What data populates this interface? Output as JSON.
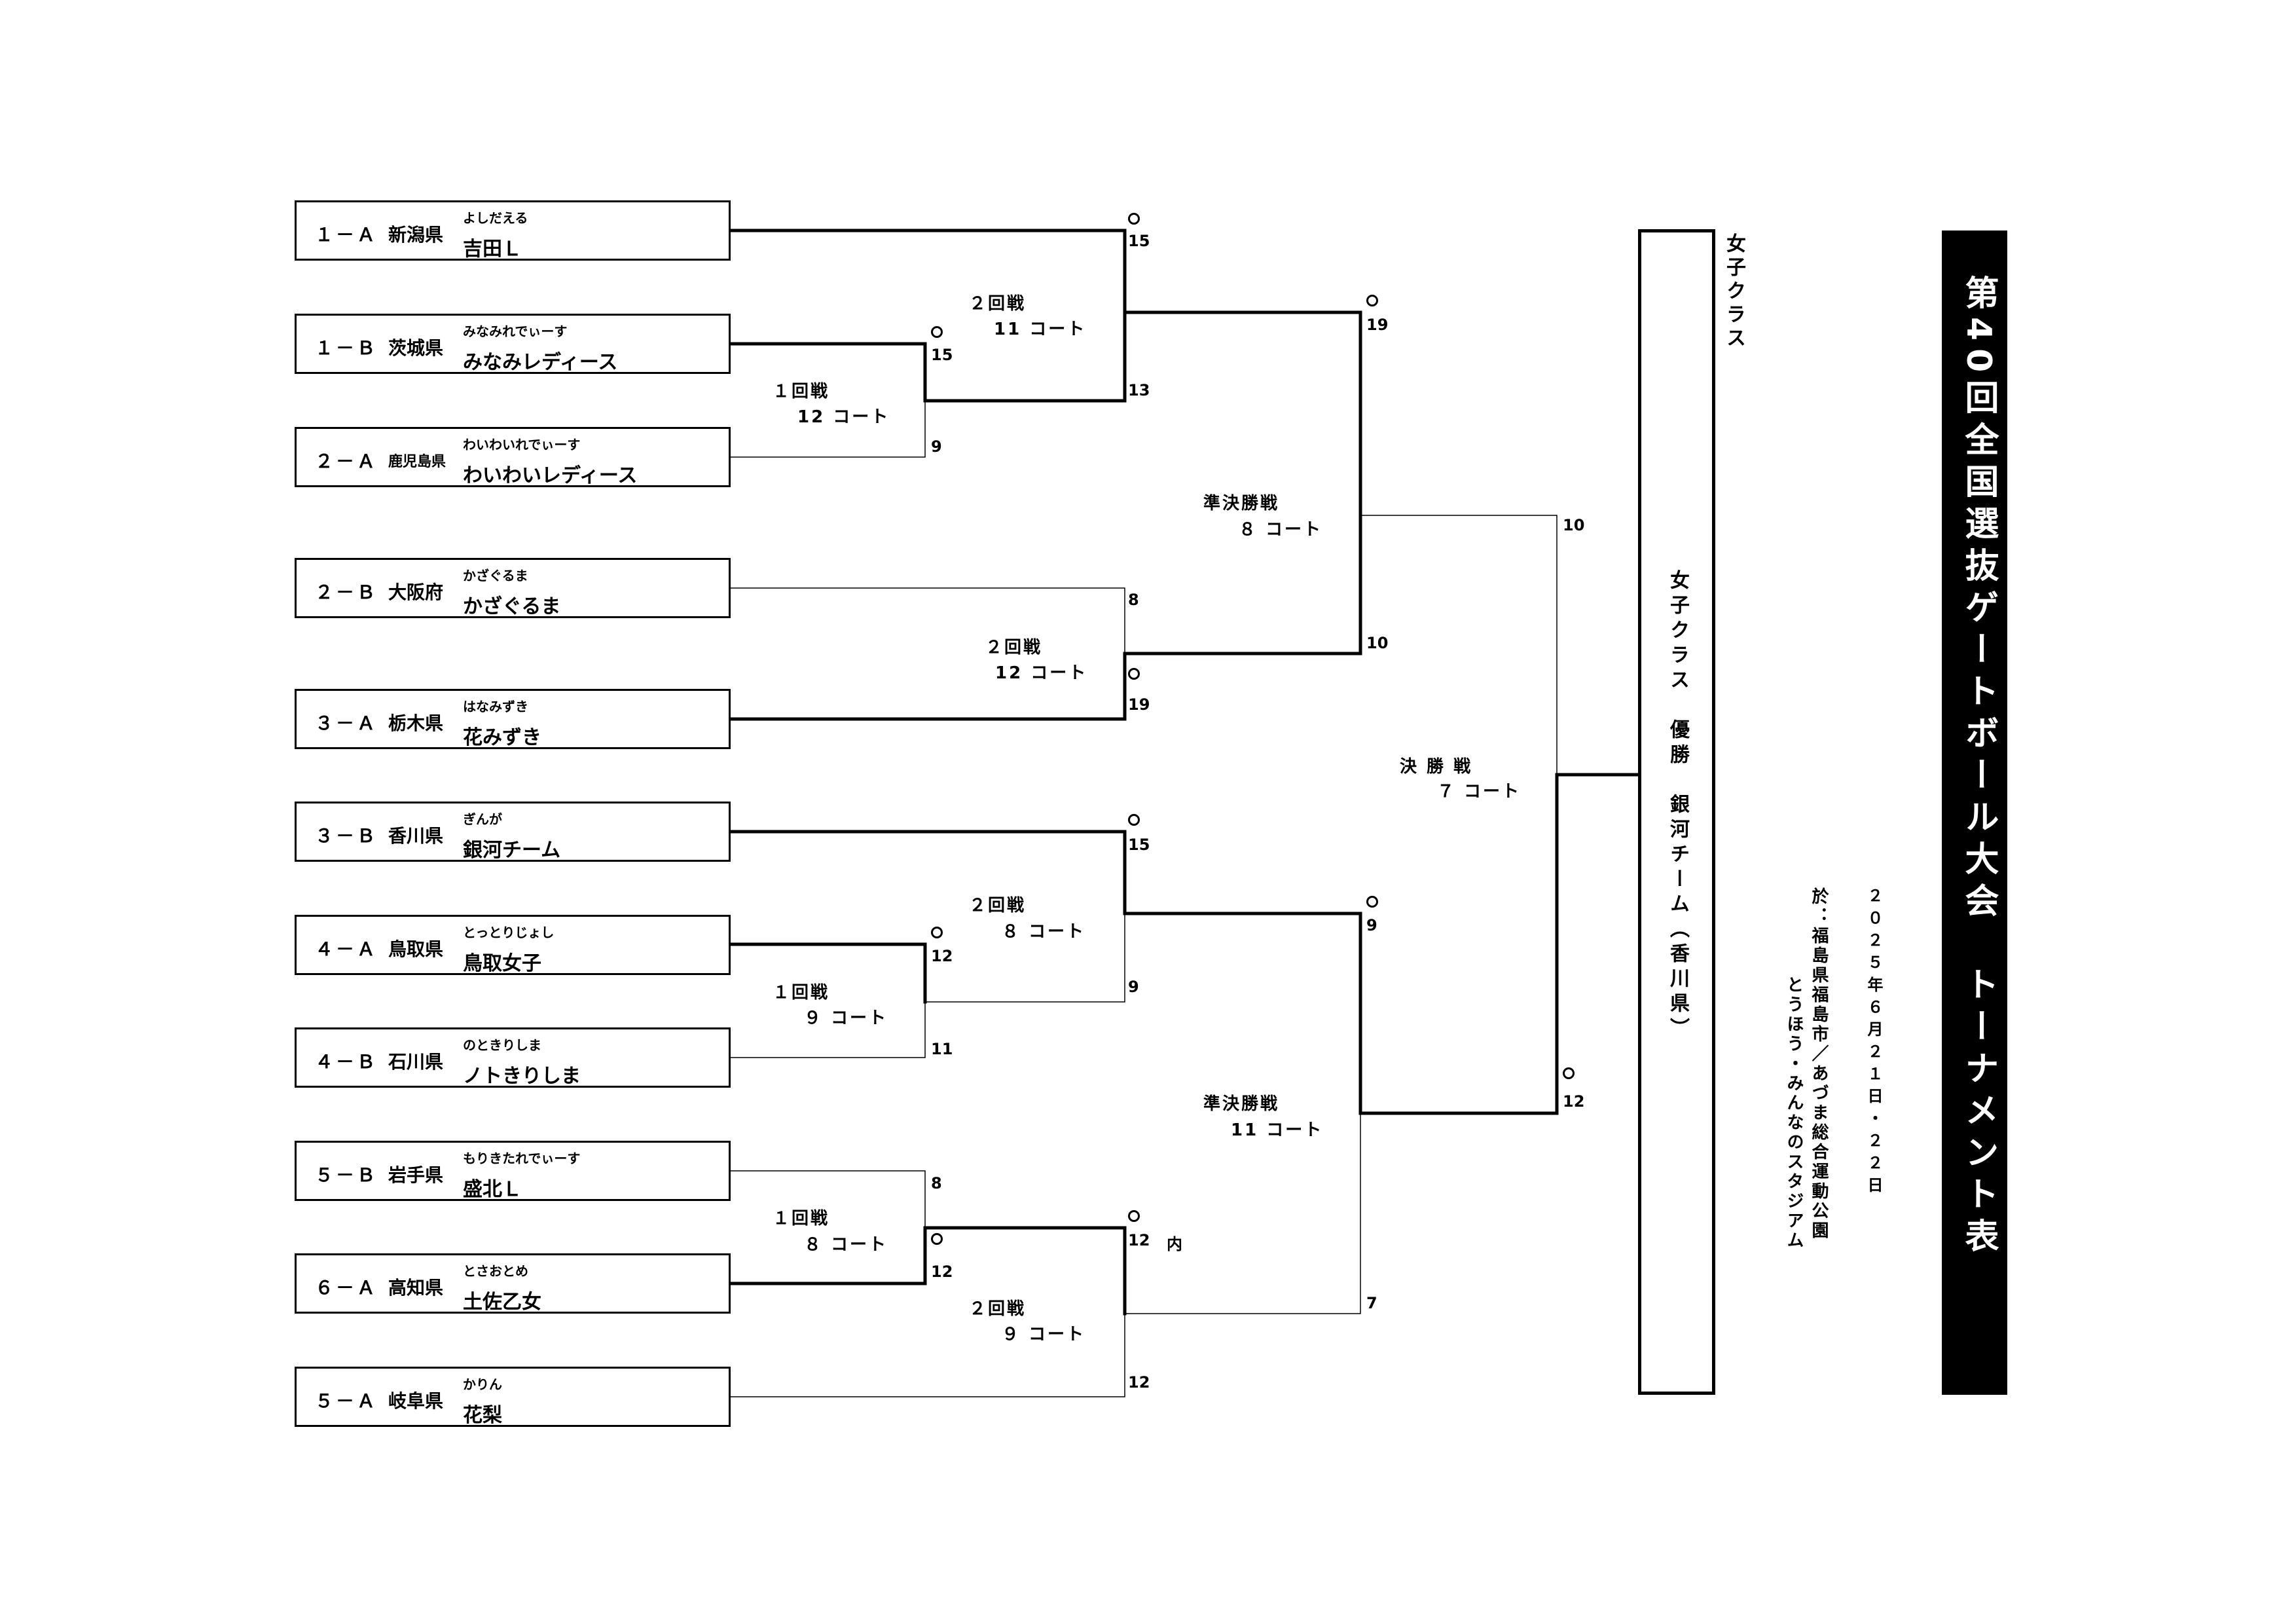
{
  "title": "第40回全国選抜ゲートボール大会　トーナメント表",
  "date": "２０２５年６月２１日・２２日",
  "venue_label": "於：福島県福島市／あづま総合運動公園",
  "venue_sub": "とうほう・みんなのスタジアム",
  "class_label": "女子クラス",
  "champion_text": "女子クラス　優勝　銀河チーム（香川県）",
  "teams": [
    {
      "code": "１－Ａ",
      "pref": "新潟県",
      "ruby": "よしだえる",
      "name": "吉田Ｌ"
    },
    {
      "code": "１－Ｂ",
      "pref": "茨城県",
      "ruby": "みなみれでぃーす",
      "name": "みなみレディース"
    },
    {
      "code": "２－Ａ",
      "pref": "鹿児島県",
      "ruby": "わいわいれでぃーす",
      "name": "わいわいレディース"
    },
    {
      "code": "２－Ｂ",
      "pref": "大阪府",
      "ruby": "かざぐるま",
      "name": "かざぐるま"
    },
    {
      "code": "３－Ａ",
      "pref": "栃木県",
      "ruby": "はなみずき",
      "name": "花みずき"
    },
    {
      "code": "３－Ｂ",
      "pref": "香川県",
      "ruby": "ぎんが",
      "name": "銀河チーム"
    },
    {
      "code": "４－Ａ",
      "pref": "鳥取県",
      "ruby": "とっとりじょし",
      "name": "鳥取女子"
    },
    {
      "code": "４－Ｂ",
      "pref": "石川県",
      "ruby": "のときりしま",
      "name": "ノトきりしま"
    },
    {
      "code": "５－Ｂ",
      "pref": "岩手県",
      "ruby": "もりきたれでぃーす",
      "name": "盛北Ｌ"
    },
    {
      "code": "６－Ａ",
      "pref": "高知県",
      "ruby": "とさおとめ",
      "name": "土佐乙女"
    },
    {
      "code": "５－Ａ",
      "pref": "岐阜県",
      "ruby": "かりん",
      "name": "花梨"
    }
  ],
  "rounds": {
    "r1_a": {
      "round": "１回戦",
      "court": "12 コート"
    },
    "r1_b": {
      "round": "１回戦",
      "court": "９ コート"
    },
    "r1_c": {
      "round": "１回戦",
      "court": "８ コート"
    },
    "r2_a": {
      "round": "２回戦",
      "court": "11 コート"
    },
    "r2_b": {
      "round": "２回戦",
      "court": "12 コート"
    },
    "r2_c": {
      "round": "２回戦",
      "court": "８ コート"
    },
    "r2_d": {
      "round": "２回戦",
      "court": "９ コート"
    },
    "sf_a": {
      "round": "準決勝戦",
      "court": "８ コート"
    },
    "sf_b": {
      "round": "準決勝戦",
      "court": "11 コート"
    },
    "final": {
      "round": "決 勝 戦",
      "court": "７ コート"
    }
  },
  "scores": {
    "r1a_top": "15",
    "r1a_bot": "9",
    "r2a_top": "15",
    "r2a_bot": "13",
    "r2b_top": "8",
    "r2b_bot": "19",
    "sfa_top": "19",
    "sfa_bot": "10",
    "r1b_top": "12",
    "r1b_bot": "11",
    "r2c_top": "15",
    "r2c_bot": "9",
    "r1c_top": "8",
    "r1c_bot": "12",
    "r2d_top": "12",
    "r2d_note": "内",
    "r2d_bot": "12",
    "sfb_top": "9",
    "sfb_bot": "7",
    "final_top": "10",
    "final_bot": "12"
  }
}
